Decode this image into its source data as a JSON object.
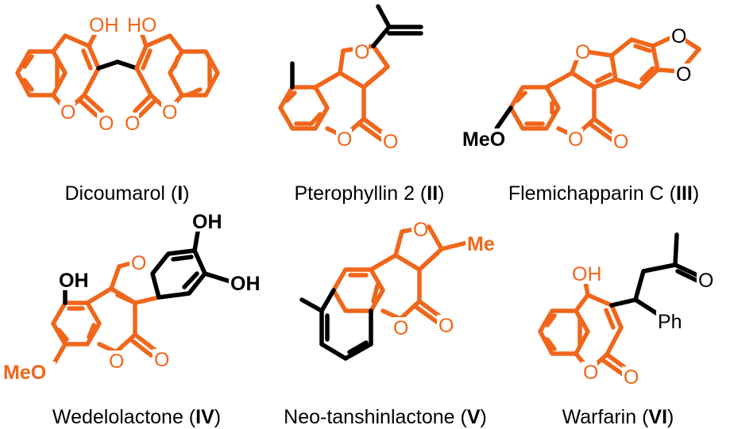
{
  "colors": {
    "highlight": "#F0661B",
    "plain": "#000000",
    "background": "#FFFFFF"
  },
  "labels": {
    "oh": "OH",
    "ho": "HO",
    "o": "O",
    "meo": "MeO",
    "me": "Me",
    "ph": "Ph"
  },
  "compounds": [
    {
      "name": "Dicoumarol (",
      "numeral": "I",
      "close": ")"
    },
    {
      "name": "Pterophyllin 2 (",
      "numeral": "II",
      "close": ")"
    },
    {
      "name": "Flemichapparin C (",
      "numeral": "III",
      "close": ")"
    },
    {
      "name": "Wedelolactone (",
      "numeral": "IV",
      "close": ")"
    },
    {
      "name": "Neo-tanshinlactone (",
      "numeral": "V",
      "close": ")"
    },
    {
      "name": "Warfarin (",
      "numeral": "VI",
      "close": ")"
    }
  ]
}
